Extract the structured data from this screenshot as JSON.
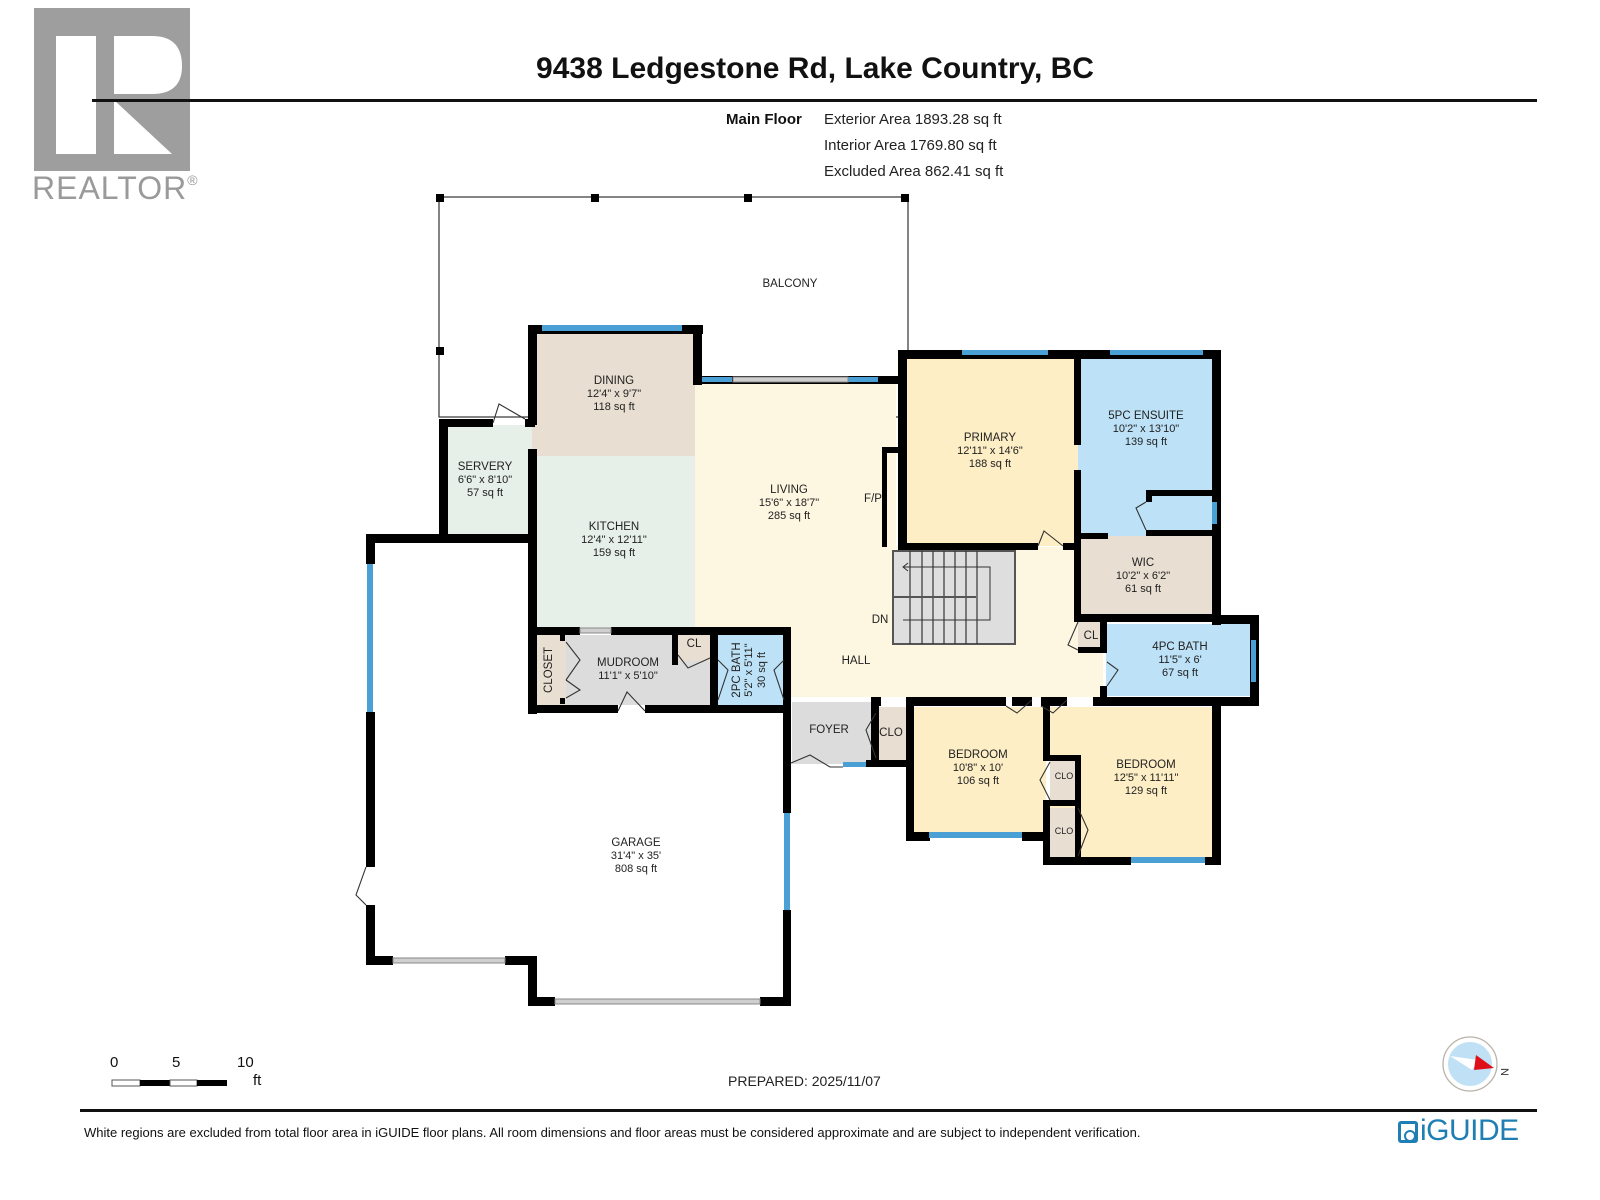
{
  "header": {
    "logo_text": "REALTOR",
    "logo_mark": "®",
    "title": "9438 Ledgestone Rd, Lake Country, BC"
  },
  "summary": {
    "floor_label": "Main Floor",
    "exterior_area": "Exterior Area 1893.28 sq ft",
    "interior_area": "Interior Area 1769.80 sq ft",
    "excluded_area": "Excluded Area 862.41 sq ft"
  },
  "colors": {
    "wall": "#000000",
    "window": "#4a9fd4",
    "dining": "#e8ded2",
    "kitchen": "#e6efe8",
    "servery": "#e6efe8",
    "living": "#fdf6e0",
    "primary": "#fdeec5",
    "ensuite": "#bde2f7",
    "wic": "#e8ded2",
    "bath": "#bde2f7",
    "bedroom": "#fdeec5",
    "mudroom": "#dcdcdc",
    "closet": "#e8ded2",
    "foyer": "#dcdcdc",
    "stairs": "#dedede",
    "brand_blue": "#1f7fb4",
    "compass_red": "#e0101a",
    "compass_fill": "#bfe0f5"
  },
  "rooms": {
    "balcony": {
      "name": "BALCONY"
    },
    "dining": {
      "name": "DINING",
      "dims": "12'4\" x 9'7\"",
      "area": "118 sq ft"
    },
    "servery": {
      "name": "SERVERY",
      "dims": "6'6\" x 8'10\"",
      "area": "57 sq ft"
    },
    "kitchen": {
      "name": "KITCHEN",
      "dims": "12'4\" x 12'11\"",
      "area": "159 sq ft"
    },
    "living": {
      "name": "LIVING",
      "dims": "15'6\" x 18'7\"",
      "area": "285 sq ft"
    },
    "fireplace": {
      "name": "F/P"
    },
    "primary": {
      "name": "PRIMARY",
      "dims": "12'11\" x 14'6\"",
      "area": "188 sq ft"
    },
    "ensuite": {
      "name": "5PC ENSUITE",
      "dims": "10'2\" x 13'10\"",
      "area": "139 sq ft"
    },
    "wic": {
      "name": "WIC",
      "dims": "10'2\" x 6'2\"",
      "area": "61 sq ft"
    },
    "stairs": {
      "name": "DN"
    },
    "hall": {
      "name": "HALL"
    },
    "hall_closet": {
      "name": "CL"
    },
    "bath4": {
      "name": "4PC BATH",
      "dims": "11'5\" x 6'",
      "area": "67 sq ft"
    },
    "closet": {
      "name": "CLOSET"
    },
    "mudroom": {
      "name": "MUDROOM",
      "dims": "11'1\" x 5'10\""
    },
    "mud_closet": {
      "name": "CL"
    },
    "bath2": {
      "name": "2PC BATH",
      "dims": "5'2\" x 5'11\"",
      "area": "30 sq ft"
    },
    "foyer": {
      "name": "FOYER"
    },
    "foyer_closet": {
      "name": "CLO"
    },
    "bedroom1": {
      "name": "BEDROOM",
      "dims": "10'8\" x 10'",
      "area": "106 sq ft"
    },
    "bedroom1_closet": {
      "name": "CLO"
    },
    "bedroom2": {
      "name": "BEDROOM",
      "dims": "12'5\" x 11'11\"",
      "area": "129 sq ft"
    },
    "bedroom2_closet": {
      "name": "CLO"
    },
    "garage": {
      "name": "GARAGE",
      "dims": "31'4\" x 35'",
      "area": "808 sq ft"
    }
  },
  "scale_bar": {
    "ticks": [
      "0",
      "5",
      "10"
    ],
    "unit": "ft"
  },
  "footer": {
    "prepared": "PREPARED: 2025/11/07",
    "compass_label": "N",
    "disclaimer": "White regions are excluded from total floor area in iGUIDE floor plans. All room dimensions and floor areas must be considered approximate and are subject to independent verification.",
    "brand": "iGUIDE"
  }
}
